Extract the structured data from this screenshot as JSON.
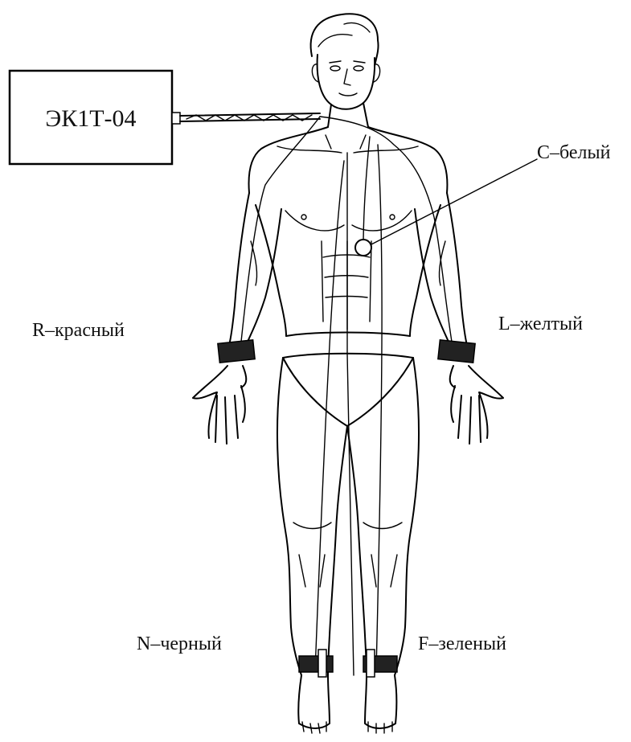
{
  "device": {
    "label": "ЭК1Т-04"
  },
  "electrodes": {
    "chest": "С–белый",
    "right_arm": "R–красный",
    "left_arm": "L–желтый",
    "right_leg": "N–черный",
    "left_leg": "F–зеленый"
  },
  "colors": {
    "line": "#000000",
    "background": "#ffffff",
    "electrode_band": "#222222"
  },
  "icons": [
    "human-figure-icon",
    "ecg-recorder-icon",
    "electrode-cuff-icon",
    "chest-electrode-icon"
  ]
}
